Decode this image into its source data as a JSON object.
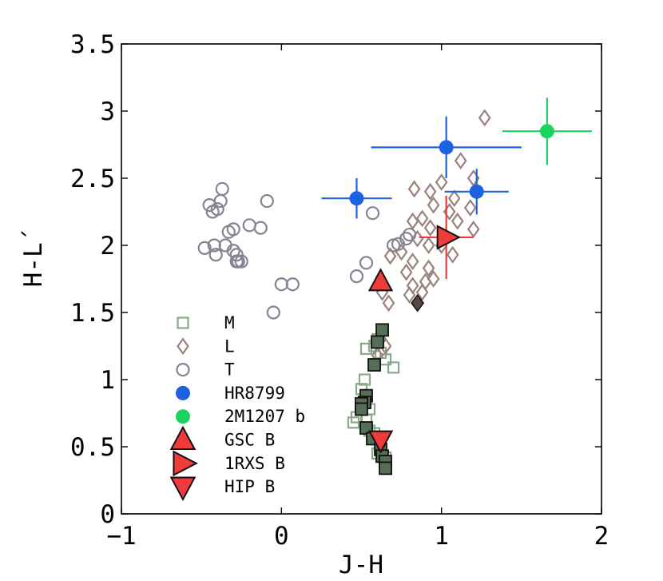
{
  "chart_data": {
    "type": "scatter",
    "xlabel": "J-H",
    "ylabel": "H-L´",
    "xlim": [
      -1,
      2
    ],
    "ylim": [
      0,
      3.5
    ],
    "xticks": [
      -1,
      0,
      1,
      2
    ],
    "yticks": [
      0,
      0.5,
      1,
      1.5,
      2,
      2.5,
      3,
      3.5
    ],
    "xtick_labels": [
      "−1",
      "0",
      "1",
      "2"
    ],
    "ytick_labels": [
      "0",
      "0.5",
      "1",
      "1.5",
      "2",
      "2.5",
      "3",
      "3.5"
    ],
    "grid": false,
    "legend_position": "bottom-left",
    "series": [
      {
        "name": "M",
        "marker": "square-open",
        "color": "#8aa88a",
        "points": [
          [
            0.53,
            1.23
          ],
          [
            0.58,
            1.25
          ],
          [
            0.6,
            1.3
          ],
          [
            0.62,
            1.2
          ],
          [
            0.65,
            1.15
          ],
          [
            0.7,
            1.09
          ],
          [
            0.52,
            1.0
          ],
          [
            0.5,
            0.93
          ],
          [
            0.55,
            0.78
          ],
          [
            0.47,
            0.72
          ],
          [
            0.45,
            0.68
          ],
          [
            0.53,
            0.7
          ],
          [
            0.58,
            0.6
          ],
          [
            0.55,
            0.62
          ],
          [
            0.62,
            0.48
          ],
          [
            0.6,
            0.45
          ],
          [
            0.65,
            0.42
          ]
        ]
      },
      {
        "name": "L",
        "marker": "diamond-open",
        "color": "#9b817c",
        "points": [
          [
            1.27,
            2.95
          ],
          [
            1.12,
            2.63
          ],
          [
            1.2,
            2.5
          ],
          [
            1.0,
            2.47
          ],
          [
            0.93,
            2.4
          ],
          [
            0.83,
            2.42
          ],
          [
            1.08,
            2.35
          ],
          [
            0.95,
            2.3
          ],
          [
            1.05,
            2.25
          ],
          [
            1.18,
            2.28
          ],
          [
            0.88,
            2.2
          ],
          [
            0.82,
            2.18
          ],
          [
            0.93,
            2.13
          ],
          [
            1.1,
            2.18
          ],
          [
            1.2,
            2.12
          ],
          [
            0.85,
            2.05
          ],
          [
            0.92,
            2.0
          ],
          [
            1.0,
            2.0
          ],
          [
            0.75,
            1.95
          ],
          [
            0.82,
            1.88
          ],
          [
            0.68,
            1.92
          ],
          [
            1.07,
            1.93
          ],
          [
            0.92,
            1.83
          ],
          [
            0.78,
            1.8
          ],
          [
            0.95,
            1.75
          ],
          [
            0.9,
            1.73
          ],
          [
            0.82,
            1.7
          ],
          [
            0.88,
            1.65
          ],
          [
            0.8,
            1.63
          ],
          [
            0.63,
            1.65
          ],
          [
            0.67,
            1.57
          ],
          [
            0.62,
            1.3
          ],
          [
            0.65,
            1.25
          ],
          [
            0.6,
            1.18
          ]
        ]
      },
      {
        "name": "T",
        "marker": "circle-open",
        "color": "#868395",
        "points": [
          [
            -0.45,
            2.3
          ],
          [
            -0.4,
            2.27
          ],
          [
            -0.43,
            2.25
          ],
          [
            -0.38,
            2.33
          ],
          [
            -0.37,
            2.42
          ],
          [
            -0.2,
            2.15
          ],
          [
            -0.13,
            2.13
          ],
          [
            -0.09,
            2.33
          ],
          [
            -0.48,
            1.98
          ],
          [
            -0.42,
            2.0
          ],
          [
            -0.35,
            2.0
          ],
          [
            -0.3,
            2.12
          ],
          [
            -0.33,
            2.1
          ],
          [
            -0.3,
            1.96
          ],
          [
            -0.28,
            1.93
          ],
          [
            -0.41,
            1.93
          ],
          [
            -0.27,
            1.88
          ],
          [
            -0.25,
            1.88
          ],
          [
            -0.28,
            1.88
          ],
          [
            0.0,
            1.71
          ],
          [
            0.07,
            1.71
          ],
          [
            -0.05,
            1.5
          ],
          [
            0.57,
            2.24
          ],
          [
            0.7,
            2.0
          ],
          [
            0.73,
            2.01
          ],
          [
            0.78,
            2.05
          ],
          [
            0.8,
            2.08
          ],
          [
            0.53,
            1.87
          ],
          [
            0.47,
            1.77
          ]
        ]
      },
      {
        "name": "HR8799",
        "marker": "circle-filled",
        "color": "#1c61e0",
        "points": [
          {
            "x": 0.47,
            "y": 2.35,
            "xerr": 0.22,
            "yerr": 0.15
          },
          {
            "x": 1.03,
            "y": 2.73,
            "xerr": 0.47,
            "yerr": 0.23
          },
          {
            "x": 1.22,
            "y": 2.4,
            "xerr": 0.2,
            "yerr": 0.17
          }
        ]
      },
      {
        "name": "2M1207 b",
        "marker": "circle-filled",
        "color": "#1ad45e",
        "points": [
          {
            "x": 1.66,
            "y": 2.85,
            "xerr": 0.28,
            "yerr": 0.25
          }
        ]
      },
      {
        "name": "GSC B",
        "marker": "triangle-up",
        "color": "#f13a3a",
        "points": [
          {
            "x": 0.62,
            "y": 1.73
          }
        ]
      },
      {
        "name": "1RXS B",
        "marker": "triangle-right",
        "color": "#f13a3a",
        "points": [
          {
            "x": 1.03,
            "y": 2.06,
            "xerr": 0.17,
            "yerr": 0.31
          }
        ]
      },
      {
        "name": "HIP B",
        "marker": "triangle-down",
        "color": "#f13a3a",
        "points": [
          {
            "x": 0.62,
            "y": 0.55
          }
        ]
      },
      {
        "name": "",
        "marker": "square-filled",
        "color": "#566d56",
        "points": [
          [
            0.63,
            1.37
          ],
          [
            0.6,
            1.28
          ],
          [
            0.58,
            1.11
          ],
          [
            0.53,
            0.88
          ],
          [
            0.52,
            0.83
          ],
          [
            0.5,
            0.82
          ],
          [
            0.5,
            0.78
          ],
          [
            0.53,
            0.64
          ],
          [
            0.57,
            0.56
          ],
          [
            0.62,
            0.48
          ],
          [
            0.63,
            0.43
          ],
          [
            0.65,
            0.39
          ],
          [
            0.65,
            0.34
          ]
        ]
      },
      {
        "name": "",
        "marker": "diamond-filled",
        "color": "#5a4844",
        "points": [
          [
            0.85,
            1.57
          ]
        ]
      }
    ]
  }
}
